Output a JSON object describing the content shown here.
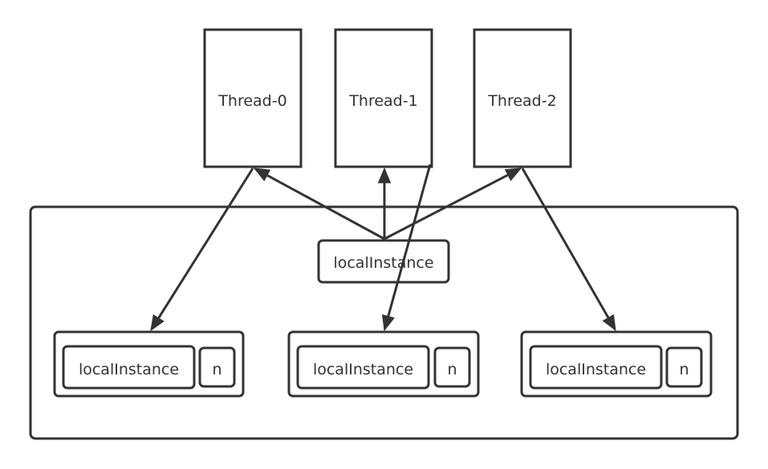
{
  "diagram": {
    "threads": [
      {
        "label": "Thread-0"
      },
      {
        "label": "Thread-1"
      },
      {
        "label": "Thread-2"
      }
    ],
    "shared": {
      "label": "localInstance"
    },
    "local_copies": [
      {
        "instance_label": "localInstance",
        "field_label": "n"
      },
      {
        "instance_label": "localInstance",
        "field_label": "n"
      },
      {
        "instance_label": "localInstance",
        "field_label": "n"
      }
    ]
  }
}
